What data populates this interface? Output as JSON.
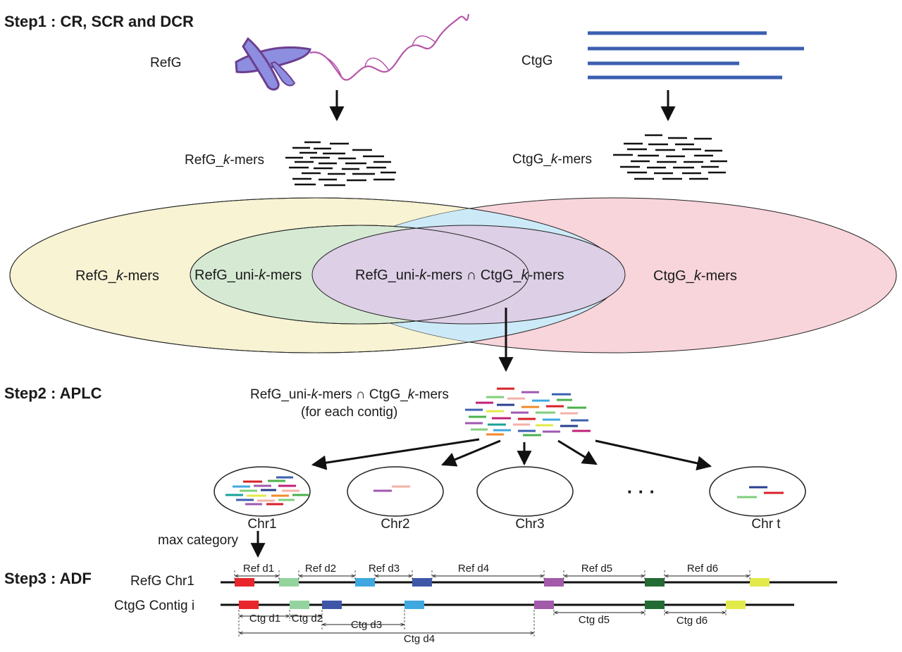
{
  "steps": {
    "step1": "Step1 : CR, SCR and DCR",
    "step2": "Step2 : APLC",
    "step3": "Step3 : ADF"
  },
  "top": {
    "refg": "RefG",
    "ctgg": "CtgG",
    "refg_kmers_prefix": "RefG_",
    "ctgg_kmers_prefix": "CtgG_",
    "k": "k",
    "mers_suffix": "-mers"
  },
  "venn": {
    "left_prefix": "RefG_",
    "left_k": "k",
    "left_suffix": "-mers",
    "uni_prefix": "RefG_uni-",
    "uni_k": "k",
    "uni_suffix": "-mers",
    "inter_a": "RefG_uni-",
    "inter_k1": "k",
    "inter_b": "-mers ∩ CtgG_",
    "inter_k2": "k",
    "inter_c": "-mers",
    "right_prefix": "CtgG_",
    "right_k": "k",
    "right_suffix": "-mers",
    "colors": {
      "left": "#f7f3d3",
      "right": "#f8d4db",
      "uni": "#d6ead3",
      "ctg_overlap": "#cce9f7",
      "inter": "#dccfe6"
    }
  },
  "step2": {
    "line1_a": "RefG_uni-",
    "line1_k1": "k",
    "line1_b": "-mers ∩ CtgG_",
    "line1_k2": "k",
    "line1_c": "-mers",
    "line2": "(for each contig)",
    "chromosomes": [
      "Chr1",
      "Chr2",
      "Chr3",
      "Chr t"
    ],
    "ellipsis": "· · ·",
    "max_category": "max category"
  },
  "step3": {
    "ref_label": "RefG Chr1",
    "ctg_label": "CtgG Contig i",
    "ref_distances": [
      "Ref d1",
      "Ref d2",
      "Ref d3",
      "Ref d4",
      "Ref d5",
      "Ref d6"
    ],
    "ctg_distances": [
      "Ctg d1",
      "Ctg d2",
      "Ctg d3",
      "Ctg d4",
      "Ctg d5",
      "Ctg d6"
    ],
    "segment_colors": [
      "#e8262b",
      "#93d39e",
      "#3fa8e0",
      "#3f57a8",
      "#a35aa9",
      "#236b35",
      "#e2e94a"
    ]
  }
}
